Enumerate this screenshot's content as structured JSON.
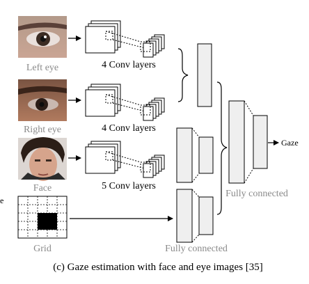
{
  "inputs": {
    "left_eye": "Left eye",
    "right_eye": "Right eye",
    "face": "Face",
    "grid": "Grid"
  },
  "conv": {
    "left": "4 Conv layers",
    "right": "4 Conv layers",
    "face": "5 Conv layers"
  },
  "fc": {
    "upper": "Fully connected",
    "lower": "Fully connected"
  },
  "output": "Gaze",
  "caption": "(c) Gaze estimation with face and eye images [35]",
  "edge_char": "e",
  "colors": {
    "fc_fill": "#efefef",
    "gray_text": "#8a8a8a",
    "grid_cell": "#000000"
  }
}
